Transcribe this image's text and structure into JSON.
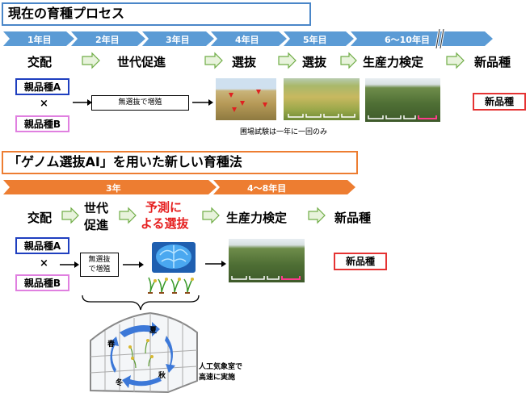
{
  "current": {
    "title": "現在の育種プロセス",
    "years": [
      "1年目",
      "2年目",
      "3年目",
      "4年目",
      "5年目",
      "6〜10年目"
    ],
    "steps": [
      "交配",
      "世代促進",
      "選抜",
      "選抜",
      "生産力検定",
      "新品種"
    ],
    "parent_a": "親品種A",
    "parent_b": "親品種B",
    "cross": "×",
    "no_selection": "無選抜で増殖",
    "field_note": "圃場試験は一年に一回のみ",
    "new_variety": "新品種"
  },
  "genome": {
    "title": "「ゲノム選抜AI」を用いた新しい育種法",
    "years": [
      "3年",
      "4〜8年目"
    ],
    "steps": {
      "cross": "交配",
      "generation_1": "世代",
      "generation_2": "促進",
      "predict_1": "予測に",
      "predict_2": "よる選抜",
      "yield_test": "生産力検定",
      "new_variety": "新品種"
    },
    "parent_a": "親品種A",
    "parent_b": "親品種B",
    "cross": "×",
    "no_selection_1": "無選抜",
    "no_selection_2": "で増殖",
    "new_variety_box": "新品種"
  },
  "greenhouse": {
    "seasons": [
      "春",
      "夏",
      "秋",
      "冬"
    ],
    "note_1": "人工気象室で",
    "note_2": "高速に実施"
  },
  "colors": {
    "blue_arrow": "#5b9bd5",
    "orange_arrow": "#ed7d31",
    "parent_a_border": "#1f3fbf",
    "parent_b_border": "#e080e0",
    "new_variety_border": "#e53333",
    "step_arrow": "#a8d08d",
    "predict_text": "#e62020"
  }
}
